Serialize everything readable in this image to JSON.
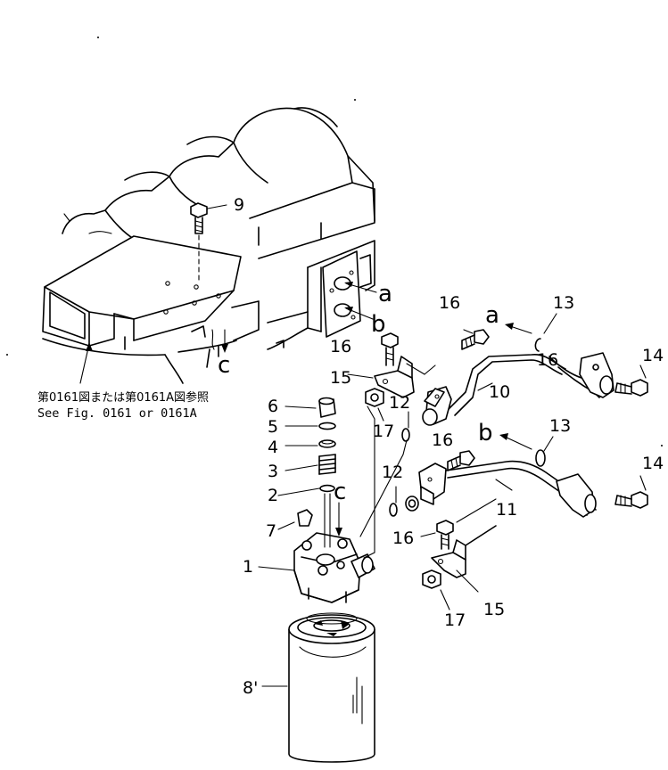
{
  "diagram": {
    "callouts": {
      "c1": "1",
      "c2": "2",
      "c3": "3",
      "c4": "4",
      "c5": "5",
      "c6": "6",
      "c7": "7",
      "c8": "8'",
      "c9": "9",
      "c10": "10",
      "c11": "11",
      "c12a": "12",
      "c12b": "12",
      "c13a": "13",
      "c13b": "13",
      "c14a": "14",
      "c14b": "14",
      "c15a": "15",
      "c15b": "15",
      "c16a": "16",
      "c16b": "16",
      "c16c": "16",
      "c16d": "16",
      "c16e": "16",
      "c17a": "17",
      "c17b": "17"
    },
    "connectors": {
      "a1": "a",
      "a2": "a",
      "b1": "b",
      "b2": "b",
      "c1": "c",
      "c2": "c"
    },
    "reference_note": {
      "japanese": "第0161図または第0161A図参照",
      "english": "See Fig. 0161 or 0161A"
    }
  }
}
